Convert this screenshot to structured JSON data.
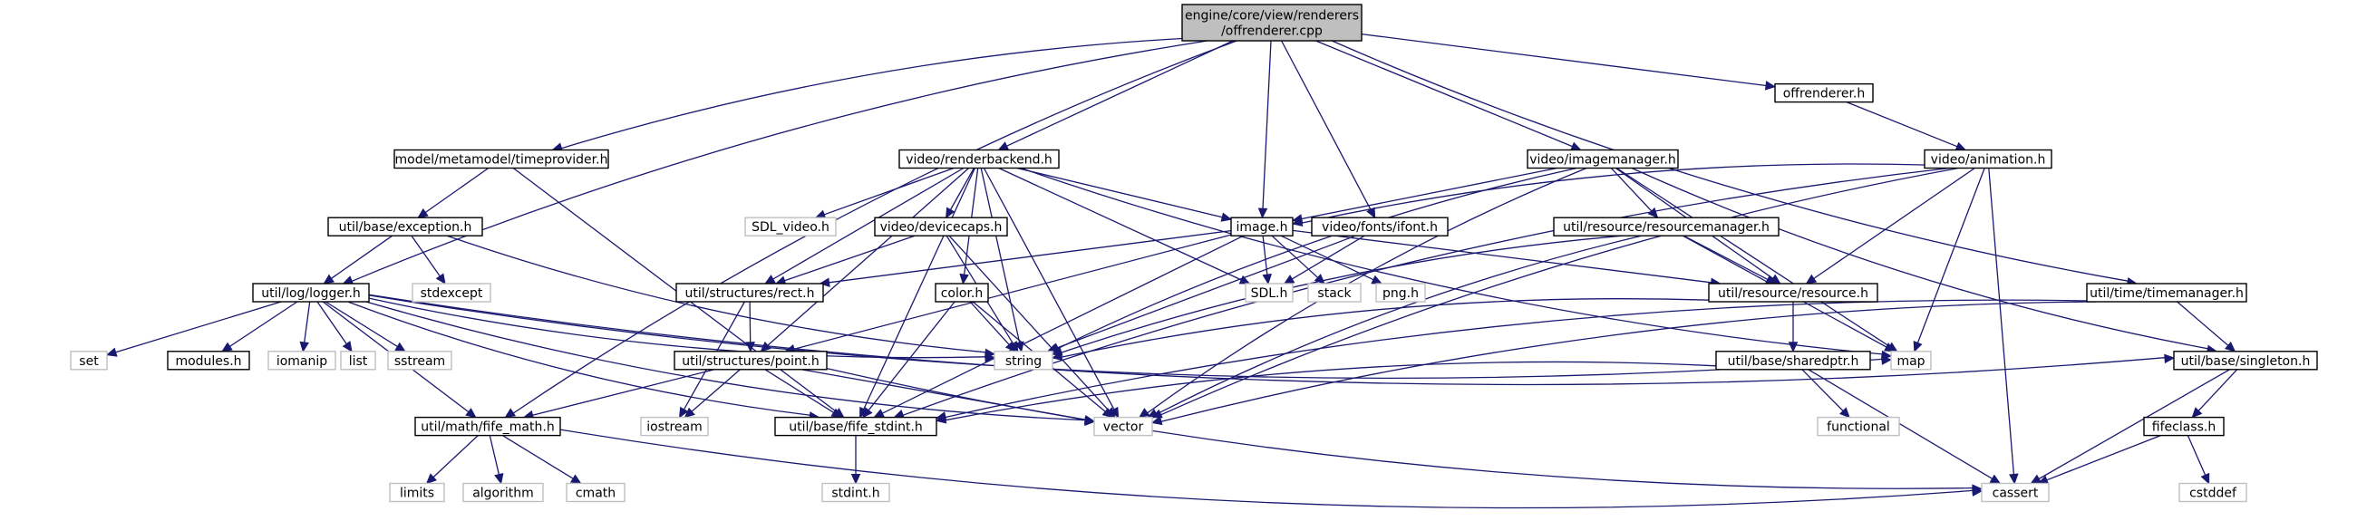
{
  "graph": {
    "colors": {
      "edge": "#191970",
      "root_fill": "#bfbfbf",
      "node_border": "#000000",
      "external_border": "#bfbfbf"
    },
    "nodes": [
      {
        "id": "root",
        "kind": "root",
        "label": [
          "engine/core/view/renderers",
          "/offrenderer.cpp"
        ]
      },
      {
        "id": "offrenderer_h",
        "kind": "local",
        "label": [
          "offrenderer.h"
        ]
      },
      {
        "id": "timeprovider",
        "kind": "local",
        "label": [
          "model/metamodel/timeprovider.h"
        ]
      },
      {
        "id": "renderbackend",
        "kind": "local",
        "label": [
          "video/renderbackend.h"
        ]
      },
      {
        "id": "imagemanager",
        "kind": "local",
        "label": [
          "video/imagemanager.h"
        ]
      },
      {
        "id": "animation",
        "kind": "local",
        "label": [
          "video/animation.h"
        ]
      },
      {
        "id": "exception",
        "kind": "local",
        "label": [
          "util/base/exception.h"
        ]
      },
      {
        "id": "sdl_video",
        "kind": "ext",
        "label": [
          "SDL_video.h"
        ]
      },
      {
        "id": "devicecaps",
        "kind": "local",
        "label": [
          "video/devicecaps.h"
        ]
      },
      {
        "id": "image_h",
        "kind": "local",
        "label": [
          "image.h"
        ]
      },
      {
        "id": "ifont",
        "kind": "local",
        "label": [
          "video/fonts/ifont.h"
        ]
      },
      {
        "id": "resourcemanager",
        "kind": "local",
        "label": [
          "util/resource/resourcemanager.h"
        ]
      },
      {
        "id": "logger",
        "kind": "local",
        "label": [
          "util/log/logger.h"
        ]
      },
      {
        "id": "stdexcept",
        "kind": "ext",
        "label": [
          "stdexcept"
        ]
      },
      {
        "id": "rect",
        "kind": "local",
        "label": [
          "util/structures/rect.h"
        ]
      },
      {
        "id": "color",
        "kind": "local",
        "label": [
          "color.h"
        ]
      },
      {
        "id": "sdl_h",
        "kind": "ext",
        "label": [
          "SDL.h"
        ]
      },
      {
        "id": "stack",
        "kind": "ext",
        "label": [
          "stack"
        ]
      },
      {
        "id": "png",
        "kind": "ext",
        "label": [
          "png.h"
        ]
      },
      {
        "id": "resource",
        "kind": "local",
        "label": [
          "util/resource/resource.h"
        ]
      },
      {
        "id": "timemanager",
        "kind": "local",
        "label": [
          "util/time/timemanager.h"
        ]
      },
      {
        "id": "set",
        "kind": "ext",
        "label": [
          "set"
        ]
      },
      {
        "id": "modules",
        "kind": "local",
        "label": [
          "modules.h"
        ]
      },
      {
        "id": "iomanip",
        "kind": "ext",
        "label": [
          "iomanip"
        ]
      },
      {
        "id": "list",
        "kind": "ext",
        "label": [
          "list"
        ]
      },
      {
        "id": "sstream",
        "kind": "ext",
        "label": [
          "sstream"
        ]
      },
      {
        "id": "point",
        "kind": "local",
        "label": [
          "util/structures/point.h"
        ]
      },
      {
        "id": "string",
        "kind": "ext",
        "label": [
          "string"
        ]
      },
      {
        "id": "map",
        "kind": "ext",
        "label": [
          "map"
        ]
      },
      {
        "id": "sharedptr",
        "kind": "local",
        "label": [
          "util/base/sharedptr.h"
        ]
      },
      {
        "id": "singleton",
        "kind": "local",
        "label": [
          "util/base/singleton.h"
        ]
      },
      {
        "id": "fife_math",
        "kind": "local",
        "label": [
          "util/math/fife_math.h"
        ]
      },
      {
        "id": "iostream",
        "kind": "ext",
        "label": [
          "iostream"
        ]
      },
      {
        "id": "fife_stdint",
        "kind": "local",
        "label": [
          "util/base/fife_stdint.h"
        ]
      },
      {
        "id": "vector",
        "kind": "ext",
        "label": [
          "vector"
        ]
      },
      {
        "id": "functional",
        "kind": "ext",
        "label": [
          "functional"
        ]
      },
      {
        "id": "fifeclass",
        "kind": "local",
        "label": [
          "fifeclass.h"
        ]
      },
      {
        "id": "limits",
        "kind": "ext",
        "label": [
          "limits"
        ]
      },
      {
        "id": "algorithm",
        "kind": "ext",
        "label": [
          "algorithm"
        ]
      },
      {
        "id": "cmath",
        "kind": "ext",
        "label": [
          "cmath"
        ]
      },
      {
        "id": "stdint",
        "kind": "ext",
        "label": [
          "stdint.h"
        ]
      },
      {
        "id": "cassert",
        "kind": "ext",
        "label": [
          "cassert"
        ]
      },
      {
        "id": "cstddef",
        "kind": "ext",
        "label": [
          "cstddef"
        ]
      }
    ],
    "edges": [
      [
        "root",
        "offrenderer_h"
      ],
      [
        "root",
        "timeprovider"
      ],
      [
        "root",
        "renderbackend"
      ],
      [
        "root",
        "imagemanager"
      ],
      [
        "root",
        "image_h"
      ],
      [
        "root",
        "ifont"
      ],
      [
        "root",
        "logger"
      ],
      [
        "root",
        "timemanager"
      ],
      [
        "root",
        "fife_math"
      ],
      [
        "offrenderer_h",
        "animation"
      ],
      [
        "timeprovider",
        "exception"
      ],
      [
        "timeprovider",
        "fife_stdint"
      ],
      [
        "exception",
        "logger"
      ],
      [
        "exception",
        "stdexcept"
      ],
      [
        "exception",
        "string"
      ],
      [
        "renderbackend",
        "sdl_video"
      ],
      [
        "renderbackend",
        "devicecaps"
      ],
      [
        "renderbackend",
        "image_h"
      ],
      [
        "renderbackend",
        "rect"
      ],
      [
        "renderbackend",
        "point"
      ],
      [
        "renderbackend",
        "color"
      ],
      [
        "renderbackend",
        "sdl_h"
      ],
      [
        "renderbackend",
        "string"
      ],
      [
        "renderbackend",
        "vector"
      ],
      [
        "renderbackend",
        "fife_stdint"
      ],
      [
        "renderbackend",
        "map"
      ],
      [
        "devicecaps",
        "rect"
      ],
      [
        "devicecaps",
        "string"
      ],
      [
        "devicecaps",
        "vector"
      ],
      [
        "image_h",
        "rect"
      ],
      [
        "image_h",
        "point"
      ],
      [
        "image_h",
        "sdl_h"
      ],
      [
        "image_h",
        "stack"
      ],
      [
        "image_h",
        "png"
      ],
      [
        "image_h",
        "resource"
      ],
      [
        "image_h",
        "fife_stdint"
      ],
      [
        "ifont",
        "sdl_h"
      ],
      [
        "ifont",
        "string"
      ],
      [
        "imagemanager",
        "image_h"
      ],
      [
        "imagemanager",
        "resourcemanager"
      ],
      [
        "imagemanager",
        "resource"
      ],
      [
        "imagemanager",
        "singleton"
      ],
      [
        "imagemanager",
        "map"
      ],
      [
        "imagemanager",
        "string"
      ],
      [
        "imagemanager",
        "vector"
      ],
      [
        "animation",
        "image_h"
      ],
      [
        "animation",
        "resource"
      ],
      [
        "animation",
        "map"
      ],
      [
        "animation",
        "vector"
      ],
      [
        "animation",
        "fife_stdint"
      ],
      [
        "animation",
        "cassert"
      ],
      [
        "resourcemanager",
        "resource"
      ],
      [
        "resourcemanager",
        "map"
      ],
      [
        "resourcemanager",
        "string"
      ],
      [
        "resourcemanager",
        "vector"
      ],
      [
        "resource",
        "sharedptr"
      ],
      [
        "resource",
        "string"
      ],
      [
        "sharedptr",
        "fife_stdint"
      ],
      [
        "sharedptr",
        "functional"
      ],
      [
        "sharedptr",
        "cassert"
      ],
      [
        "logger",
        "set"
      ],
      [
        "logger",
        "modules"
      ],
      [
        "logger",
        "iomanip"
      ],
      [
        "logger",
        "list"
      ],
      [
        "logger",
        "sstream"
      ],
      [
        "logger",
        "string"
      ],
      [
        "logger",
        "map"
      ],
      [
        "logger",
        "vector"
      ],
      [
        "logger",
        "fife_stdint"
      ],
      [
        "logger",
        "fife_math"
      ],
      [
        "logger",
        "singleton"
      ],
      [
        "rect",
        "point"
      ],
      [
        "rect",
        "iostream"
      ],
      [
        "point",
        "fife_math"
      ],
      [
        "point",
        "iostream"
      ],
      [
        "point",
        "fife_stdint"
      ],
      [
        "point",
        "vector"
      ],
      [
        "point",
        "cassert"
      ],
      [
        "color",
        "string"
      ],
      [
        "color",
        "vector"
      ],
      [
        "color",
        "fife_stdint"
      ],
      [
        "timemanager",
        "singleton"
      ],
      [
        "timemanager",
        "vector"
      ],
      [
        "timemanager",
        "fife_stdint"
      ],
      [
        "singleton",
        "fifeclass"
      ],
      [
        "singleton",
        "cassert"
      ],
      [
        "fifeclass",
        "cassert"
      ],
      [
        "fifeclass",
        "cstddef"
      ],
      [
        "fife_math",
        "limits"
      ],
      [
        "fife_math",
        "algorithm"
      ],
      [
        "fife_math",
        "cmath"
      ],
      [
        "fife_math",
        "cassert"
      ],
      [
        "fife_stdint",
        "stdint"
      ]
    ]
  }
}
